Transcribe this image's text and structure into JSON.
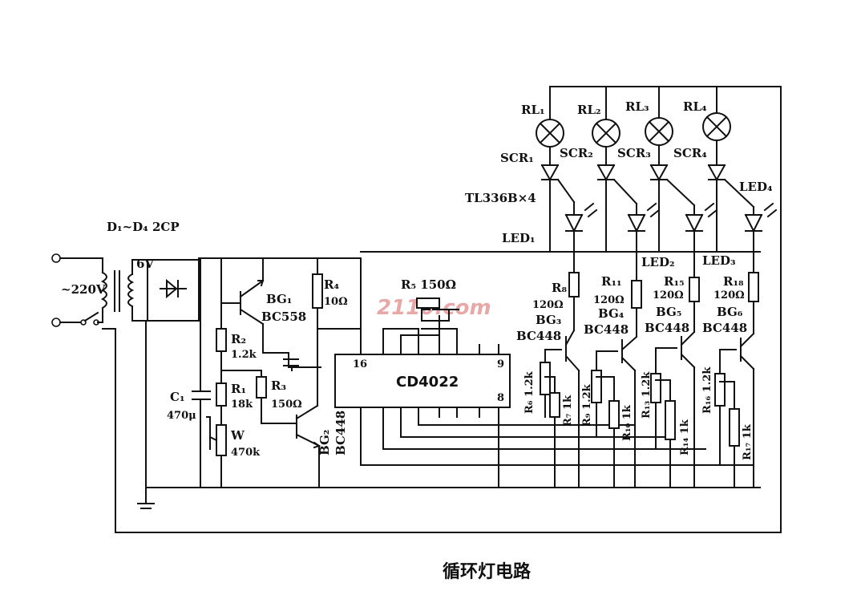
{
  "labels": {
    "diodes": "D₁~D₄  2CP",
    "ac_source": "~220V",
    "transformer_sec": "6V",
    "c1": "C₁",
    "c1_val": "470μ",
    "r1": "R₁",
    "r1_val": "18k",
    "r2": "R₂",
    "r2_val": "1.2k",
    "w": "W",
    "w_val": "470k",
    "r3": "R₃",
    "r3_val": "150Ω",
    "r4": "R₄",
    "r4_val": "10Ω",
    "r5": "R₅ 150Ω",
    "bg1": "BG₁",
    "bg1_type": "BC558",
    "bg2": "BG₂",
    "bg2_type": "BC448",
    "ic": "CD4022",
    "pin16": "16",
    "pin9": "9",
    "pin8": "8",
    "rl1": "RL₁",
    "rl2": "RL₂",
    "rl3": "RL₃",
    "rl4": "RL₄",
    "scr1": "SCR₁",
    "scr2": "SCR₂",
    "scr3": "SCR₃",
    "scr4": "SCR₄",
    "tl": "TL336B×4",
    "led1": "LED₁",
    "led2": "LED₂",
    "led3": "LED₃",
    "led4": "LED₄",
    "r8": "R₈",
    "r8_val": "120Ω",
    "r11": "R₁₁",
    "r11_val": "120Ω",
    "r15": "R₁₅",
    "r15_val": "120Ω",
    "r18": "R₁₈",
    "r18_val": "120Ω",
    "bg3": "BG₃",
    "bg3_type": "BC448",
    "bg4": "BG₄",
    "bg4_type": "BC448",
    "bg5": "BG₅",
    "bg5_type": "BC448",
    "bg6": "BG₆",
    "bg6_type": "BC448",
    "r6": "R₆ 1.2k",
    "r7": "R₇ 1k",
    "r9": "R₉ 1.2k",
    "r10": "R₁₀ 1k",
    "r13": "R₁₃ 1.2k",
    "r14": "R₁₄ 1k",
    "r16": "R₁₆ 1.2k",
    "r17": "R₁₇ 1k"
  },
  "watermark": "2110.com",
  "caption": "循环灯电路"
}
